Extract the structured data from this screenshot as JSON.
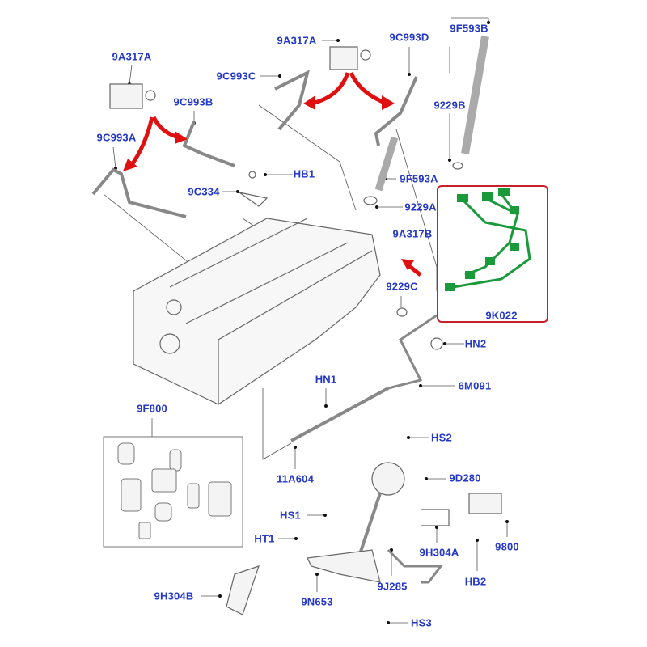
{
  "diagram": {
    "accent_label_color": "#2438c8",
    "arrow_color": "#e01010",
    "highlight_box_color": "#c8202a",
    "harness_color": "#1a9a3a",
    "labels": {
      "a9A317A_left": "9A317A",
      "a9C993B": "9C993B",
      "a9C993A": "9C993A",
      "a9A317A_top": "9A317A",
      "a9C993C": "9C993C",
      "a9C993D": "9C993D",
      "a9F593B": "9F593B",
      "a9229B": "9229B",
      "HB1": "HB1",
      "a9C334": "9C334",
      "a9F593A": "9F593A",
      "a9229A": "9229A",
      "a9A317B": "9A317B",
      "a9229C": "9229C",
      "a9K022": "9K022",
      "HN2": "HN2",
      "a6M091": "6M091",
      "HN1": "HN1",
      "a9F800": "9F800",
      "a11A604": "11A604",
      "HS2": "HS2",
      "a9D280": "9D280",
      "HS1": "HS1",
      "HT1": "HT1",
      "a9H304A": "9H304A",
      "a9800": "9800",
      "HB2": "HB2",
      "a9J285": "9J285",
      "a9N653": "9N653",
      "a9H304B": "9H304B",
      "HS3": "HS3"
    }
  }
}
